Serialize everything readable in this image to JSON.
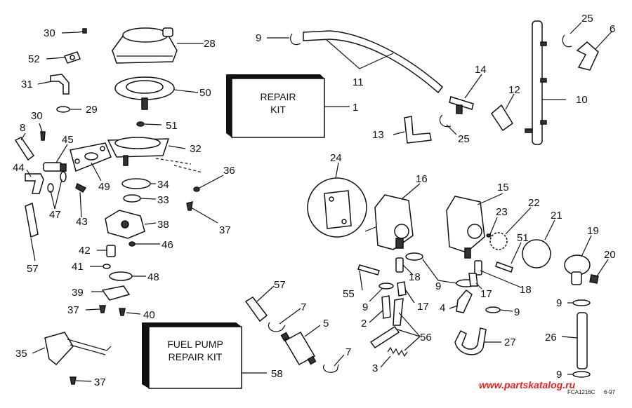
{
  "kits": {
    "repair_kit": [
      "REPAIR",
      "KIT"
    ],
    "fuel_pump_repair_kit": [
      "FUEL PUMP",
      "REPAIR KIT"
    ]
  },
  "labels": [
    {
      "id": "l30a",
      "text": "30"
    },
    {
      "id": "l52",
      "text": "52"
    },
    {
      "id": "l31",
      "text": "31"
    },
    {
      "id": "l30b",
      "text": "30"
    },
    {
      "id": "l8",
      "text": "8"
    },
    {
      "id": "l45",
      "text": "45"
    },
    {
      "id": "l44",
      "text": "44"
    },
    {
      "id": "l47",
      "text": "47"
    },
    {
      "id": "l49",
      "text": "49"
    },
    {
      "id": "l43",
      "text": "43"
    },
    {
      "id": "l57a",
      "text": "57"
    },
    {
      "id": "l28",
      "text": "28"
    },
    {
      "id": "l50",
      "text": "50"
    },
    {
      "id": "l29",
      "text": "29"
    },
    {
      "id": "l51a",
      "text": "51"
    },
    {
      "id": "l32",
      "text": "32"
    },
    {
      "id": "l34",
      "text": "34"
    },
    {
      "id": "l33",
      "text": "33"
    },
    {
      "id": "l36",
      "text": "36"
    },
    {
      "id": "l37a",
      "text": "37"
    },
    {
      "id": "l38",
      "text": "38"
    },
    {
      "id": "l46",
      "text": "46"
    },
    {
      "id": "l42",
      "text": "42"
    },
    {
      "id": "l41",
      "text": "41"
    },
    {
      "id": "l48",
      "text": "48"
    },
    {
      "id": "l39",
      "text": "39"
    },
    {
      "id": "l37b",
      "text": "37"
    },
    {
      "id": "l40",
      "text": "40"
    },
    {
      "id": "l35",
      "text": "35"
    },
    {
      "id": "l37c",
      "text": "37"
    },
    {
      "id": "l9a",
      "text": "9"
    },
    {
      "id": "l11",
      "text": "11"
    },
    {
      "id": "l1",
      "text": "1"
    },
    {
      "id": "l14",
      "text": "14"
    },
    {
      "id": "l13",
      "text": "13"
    },
    {
      "id": "l25a",
      "text": "25"
    },
    {
      "id": "l25b",
      "text": "25"
    },
    {
      "id": "l6",
      "text": "6"
    },
    {
      "id": "l12",
      "text": "12"
    },
    {
      "id": "l10",
      "text": "10"
    },
    {
      "id": "l24",
      "text": "24"
    },
    {
      "id": "l16",
      "text": "16"
    },
    {
      "id": "l15",
      "text": "15"
    },
    {
      "id": "l22",
      "text": "22"
    },
    {
      "id": "l23",
      "text": "23"
    },
    {
      "id": "l21",
      "text": "21"
    },
    {
      "id": "l51b",
      "text": "51"
    },
    {
      "id": "l19",
      "text": "19"
    },
    {
      "id": "l20",
      "text": "20"
    },
    {
      "id": "l18a",
      "text": "18"
    },
    {
      "id": "l18b",
      "text": "18"
    },
    {
      "id": "l9b",
      "text": "9"
    },
    {
      "id": "l17a",
      "text": "17"
    },
    {
      "id": "l17b",
      "text": "17"
    },
    {
      "id": "l55",
      "text": "55"
    },
    {
      "id": "l9c",
      "text": "9"
    },
    {
      "id": "l9d",
      "text": "9"
    },
    {
      "id": "l9e",
      "text": "9"
    },
    {
      "id": "l9f",
      "text": "9"
    },
    {
      "id": "l2",
      "text": "2"
    },
    {
      "id": "l4",
      "text": "4"
    },
    {
      "id": "l56",
      "text": "56"
    },
    {
      "id": "l27",
      "text": "27"
    },
    {
      "id": "l26",
      "text": "26"
    },
    {
      "id": "l3",
      "text": "3"
    },
    {
      "id": "l57b",
      "text": "57"
    },
    {
      "id": "l7a",
      "text": "7"
    },
    {
      "id": "l5",
      "text": "5"
    },
    {
      "id": "l7b",
      "text": "7"
    },
    {
      "id": "l58",
      "text": "58"
    }
  ],
  "footer": {
    "code": "FCA1216C",
    "date": "6-97"
  },
  "watermark": "www.partskatalog.ru"
}
